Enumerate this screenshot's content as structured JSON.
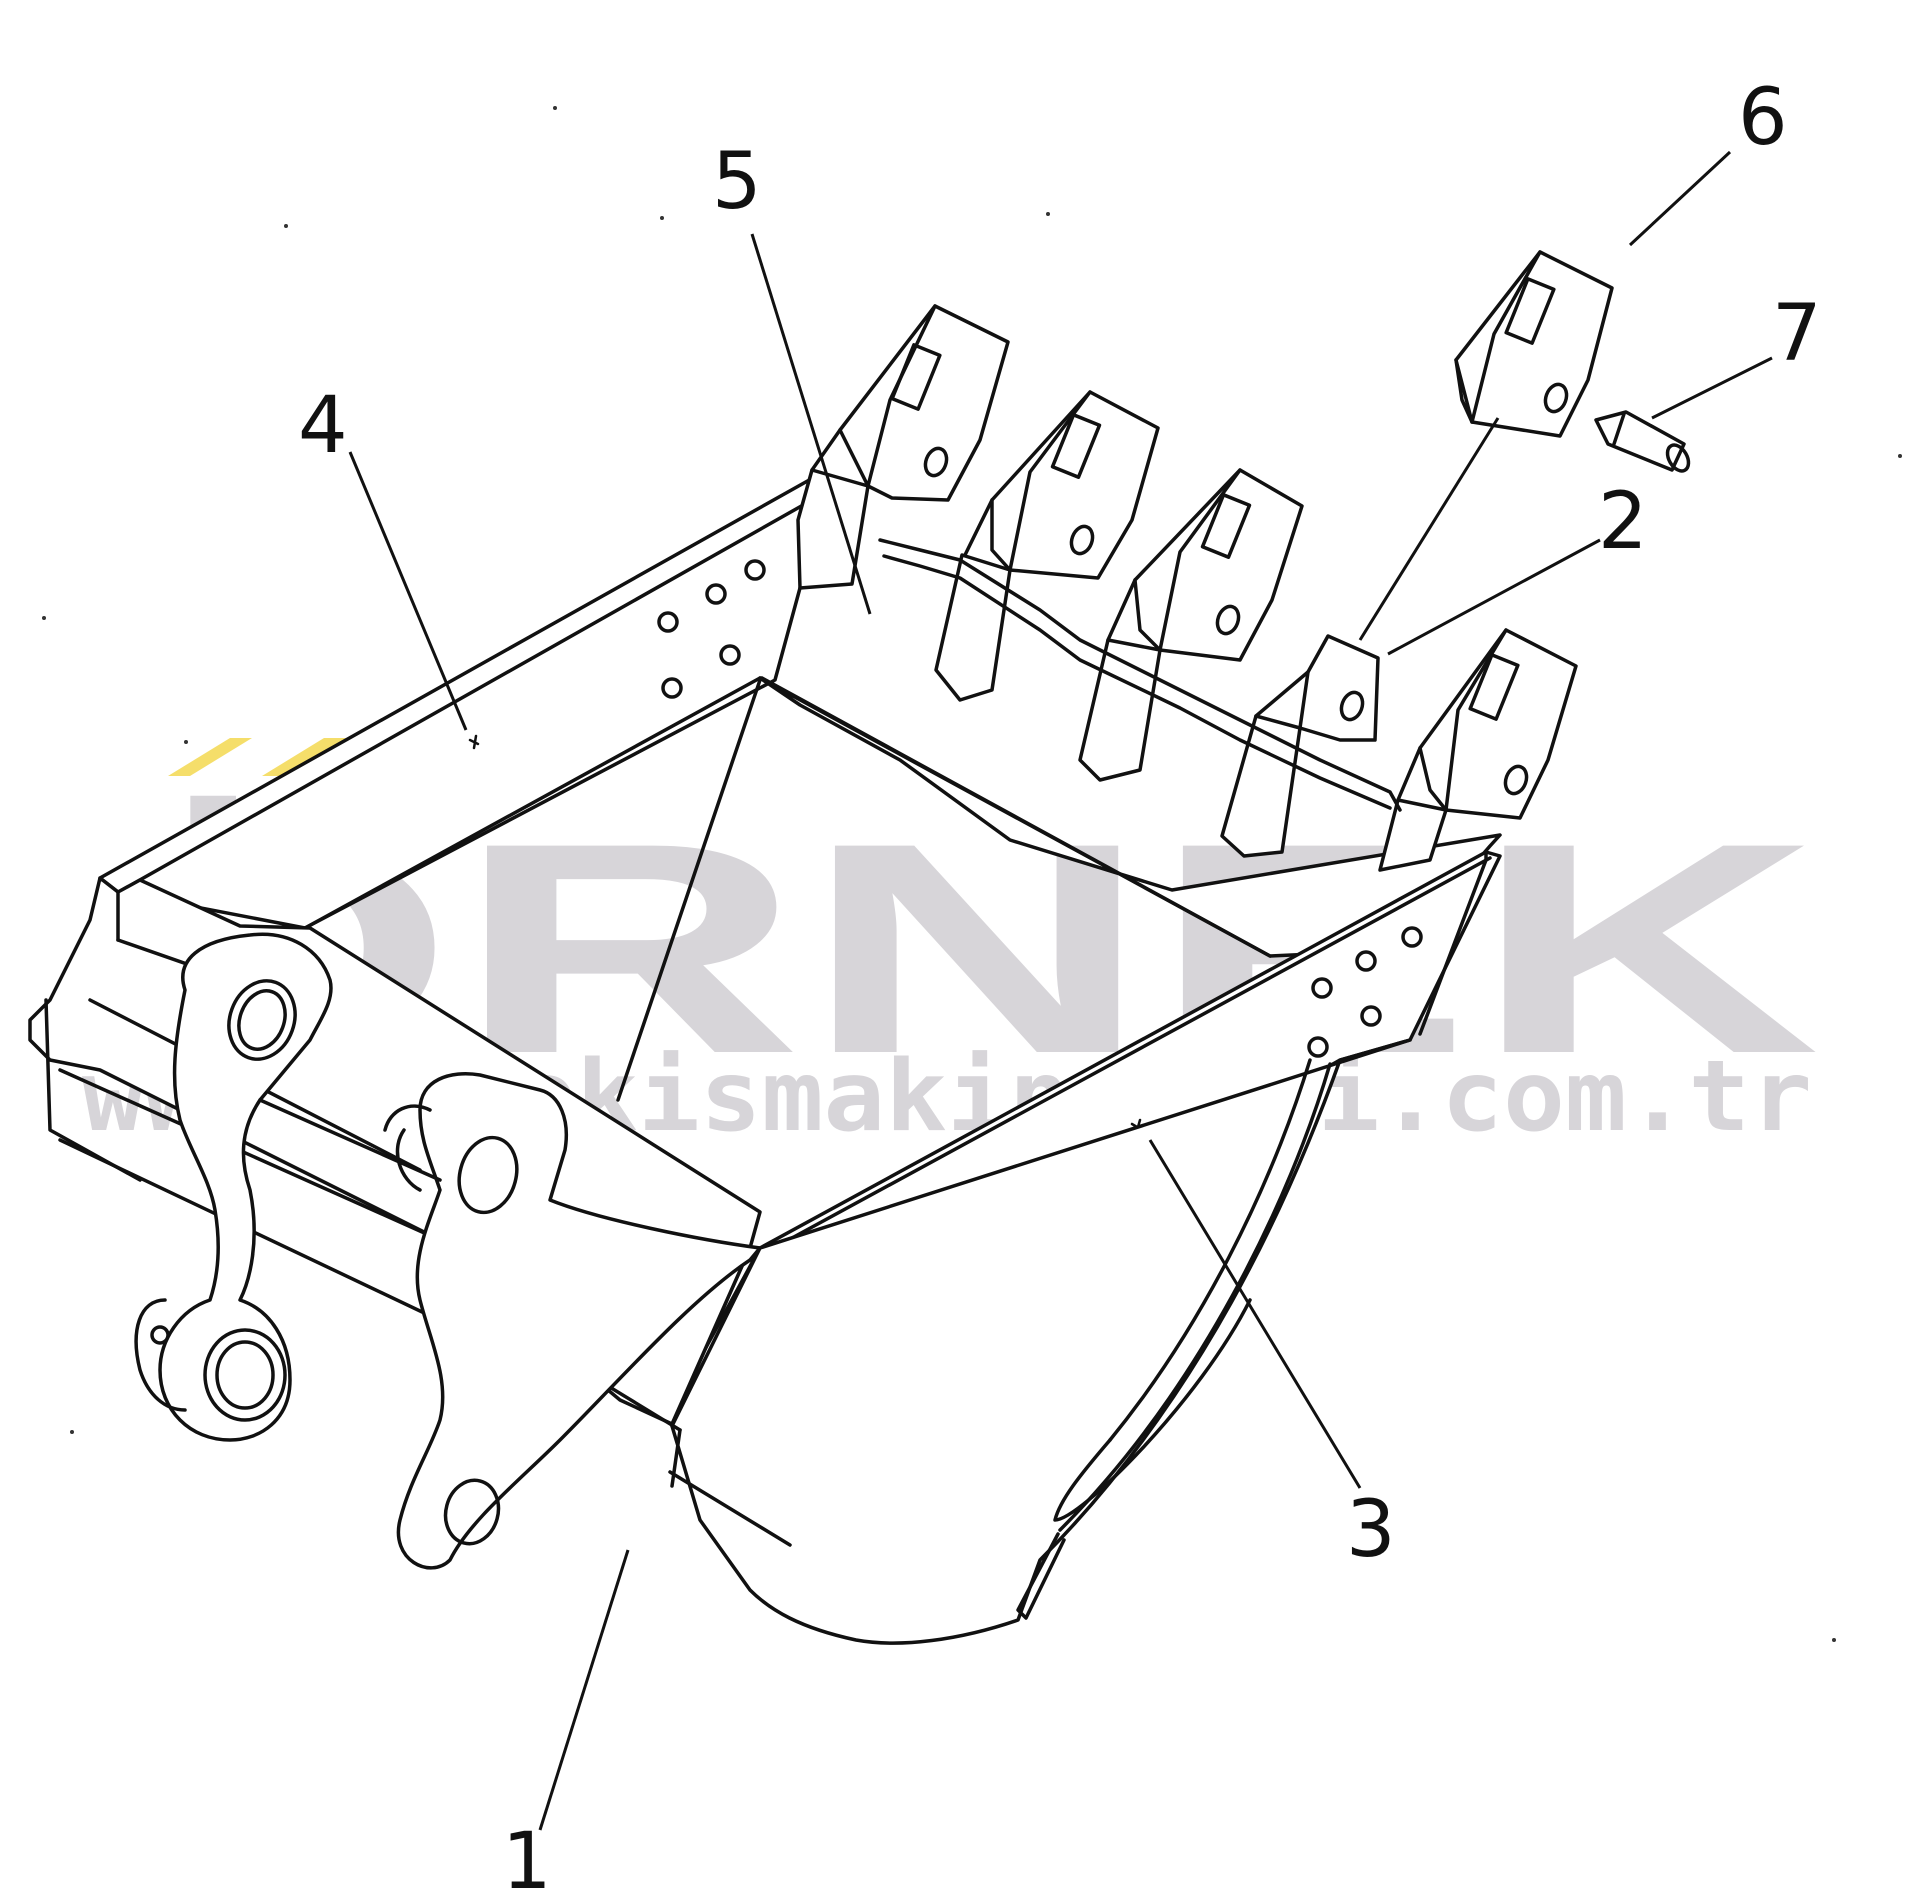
{
  "diagram": {
    "type": "exploded-parts-diagram",
    "callouts": [
      {
        "id": "callout-1",
        "number": "1"
      },
      {
        "id": "callout-2",
        "number": "2"
      },
      {
        "id": "callout-3",
        "number": "3"
      },
      {
        "id": "callout-4",
        "number": "4"
      },
      {
        "id": "callout-5",
        "number": "5"
      },
      {
        "id": "callout-6",
        "number": "6"
      },
      {
        "id": "callout-7",
        "number": "7"
      }
    ]
  },
  "watermark": {
    "brand": "ÖRNEK",
    "url": "www.ornekismakinalari.com.tr",
    "color_text": "#d7d5d9",
    "color_accent": "#f5de6a"
  },
  "colors": {
    "line": "#111111",
    "background": "#ffffff"
  }
}
